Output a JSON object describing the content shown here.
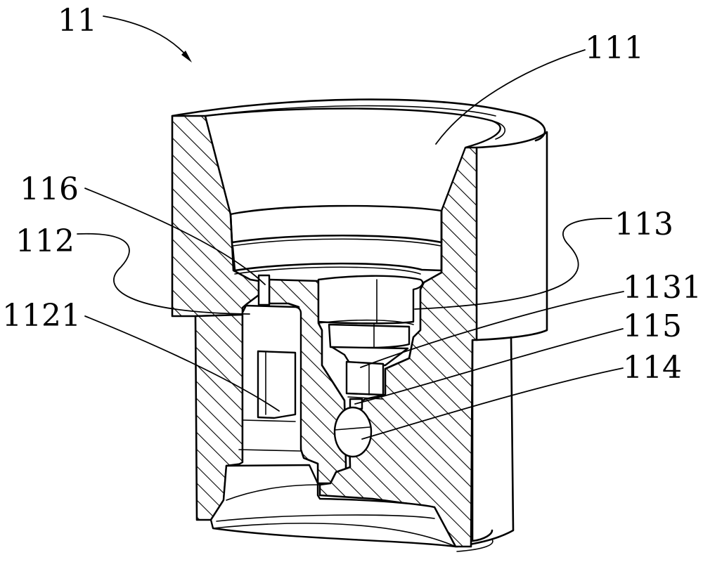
{
  "figure": {
    "type": "patent cross-section drawing",
    "line_color": "#000000",
    "background": "#ffffff"
  },
  "labels": [
    {
      "id": "11",
      "text": "11"
    },
    {
      "id": "111",
      "text": "111"
    },
    {
      "id": "116",
      "text": "116"
    },
    {
      "id": "112",
      "text": "112"
    },
    {
      "id": "1121",
      "text": "1121"
    },
    {
      "id": "113",
      "text": "113"
    },
    {
      "id": "1131",
      "text": "1131"
    },
    {
      "id": "115",
      "text": "115"
    },
    {
      "id": "114",
      "text": "114"
    }
  ]
}
